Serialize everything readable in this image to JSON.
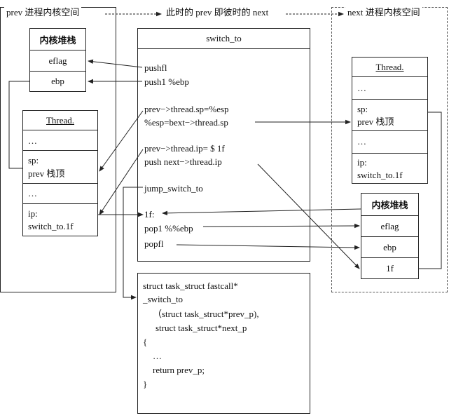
{
  "header": {
    "left_label": "prev 进程内核空间",
    "middle_label": "此时的 prev 即彼时的 next",
    "right_label": "next 进程内核空间"
  },
  "left": {
    "kernel_stack": {
      "title": "内核堆栈",
      "rows": [
        "eflag",
        "ebp"
      ]
    },
    "thread": {
      "title": "Thread.",
      "rows": [
        "…",
        "sp:",
        "prev 栈顶",
        "…",
        "ip:",
        "switch_to.1f"
      ]
    }
  },
  "switch_to": {
    "title": "switch_to",
    "lines": [
      "pushfl",
      "push1 %ebp",
      "prev−>thread.sp=%esp",
      "%esp=bext−>thread.sp",
      "prev−>thread.ip= $ 1f",
      "push next−>thread.ip",
      "jump_switch_to",
      "1f:",
      "pop1 %%ebp",
      "popfl"
    ]
  },
  "func": {
    "lines": [
      "struct task_struct fastcall*",
      "_switch_to",
      "（struct task_struct*prev_p),",
      "struct task_struct*next_p",
      "{",
      "…",
      "return prev_p;",
      "}"
    ]
  },
  "right": {
    "thread": {
      "title": "Thread.",
      "rows": [
        "…",
        "sp:",
        "prev 栈顶",
        "…",
        "ip:",
        "switch_to.1f"
      ]
    },
    "kernel_stack": {
      "title": "内核堆栈",
      "rows": [
        "eflag",
        "ebp",
        "1f"
      ]
    }
  }
}
